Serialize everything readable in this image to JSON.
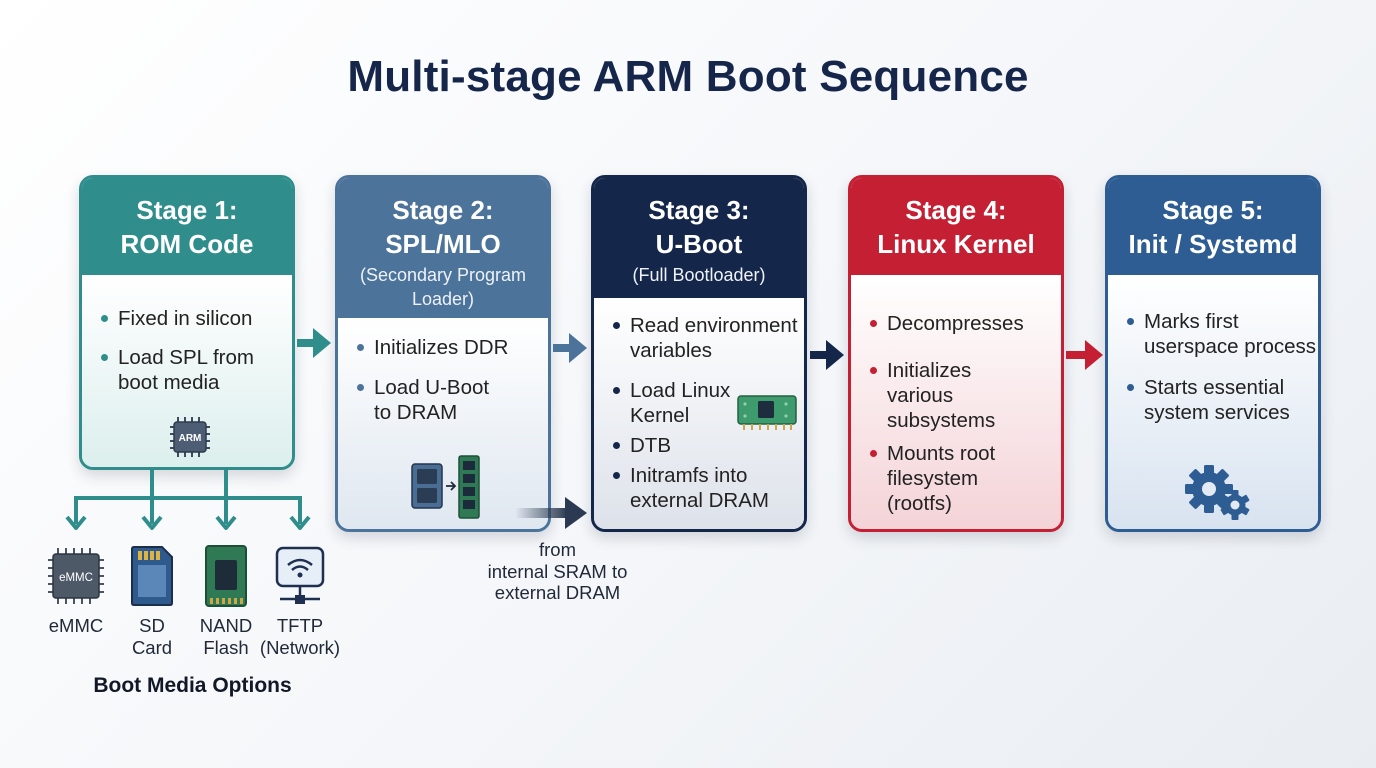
{
  "title": "Multi-stage ARM Boot Sequence",
  "colors": {
    "stage1": "#2f8e8c",
    "stage2": "#4c739a",
    "stage3": "#14264a",
    "stage4": "#c41f32",
    "stage5": "#2d5d93"
  },
  "stages": [
    {
      "title_line1": "Stage 1:",
      "title_line2": "ROM Code",
      "subtitle": "",
      "bullets": [
        "Fixed in silicon",
        "Load SPL from boot media"
      ],
      "icon": "arm-chip-icon",
      "chip_label": "ARM"
    },
    {
      "title_line1": "Stage 2:",
      "title_line2": "SPL/MLO",
      "subtitle": "(Secondary Program Loader)",
      "bullets": [
        "Initializes DDR",
        "Load U-Boot to DRAM"
      ],
      "icon": "sram-to-dram-icon"
    },
    {
      "title_line1": "Stage 3:",
      "title_line2": "U-Boot",
      "subtitle": "(Full Bootloader)",
      "bullets": [
        "Read environment variables",
        "Load Linux Kernel",
        "DTB",
        "Initramfs into external DRAM"
      ],
      "icon": "memory-module-icon"
    },
    {
      "title_line1": "Stage 4:",
      "title_line2": "Linux Kernel",
      "subtitle": "",
      "bullets": [
        "Decompresses",
        "Initializes various subsystems",
        "Mounts root filesystem (rootfs)"
      ]
    },
    {
      "title_line1": "Stage 5:",
      "title_line2": "Init / Systemd",
      "subtitle": "",
      "bullets": [
        "Marks first userspace process",
        "Starts essential system services"
      ],
      "icon": "gears-icon"
    }
  ],
  "boot_media": {
    "title": "Boot Media Options",
    "options": [
      {
        "label_line1": "eMMC",
        "label_line2": "",
        "icon": "emmc-chip-icon",
        "chip_label": "eMMC"
      },
      {
        "label_line1": "SD",
        "label_line2": "Card",
        "icon": "sd-card-icon"
      },
      {
        "label_line1": "NAND",
        "label_line2": "Flash",
        "icon": "nand-flash-icon"
      },
      {
        "label_line1": "TFTP",
        "label_line2": "(Network)",
        "icon": "network-drive-icon"
      }
    ]
  },
  "transfer_note": {
    "line1": "from",
    "line2": "internal SRAM to",
    "line3": "external DRAM"
  }
}
